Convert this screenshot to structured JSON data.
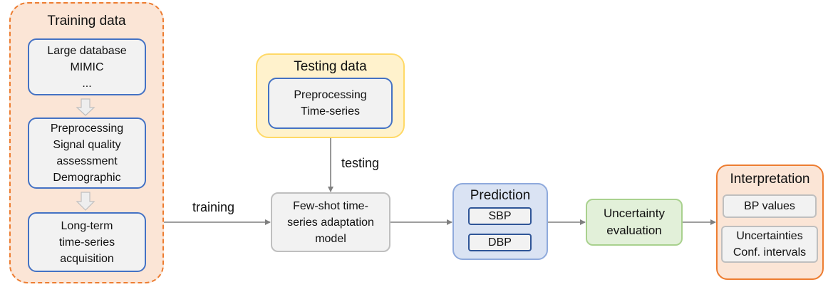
{
  "training": {
    "title": "Training data",
    "boxes": [
      {
        "lines": [
          "Large database",
          "MIMIC",
          "..."
        ]
      },
      {
        "lines": [
          "Preprocessing",
          "Signal quality",
          "assessment",
          "Demographic"
        ]
      },
      {
        "lines": [
          "Long-term",
          "time-series",
          "acquisition"
        ]
      }
    ]
  },
  "testing": {
    "title": "Testing data",
    "box": {
      "lines": [
        "Preprocessing",
        "Time-series"
      ]
    }
  },
  "model": {
    "lines": [
      "Few-shot time-",
      "series adaptation",
      "model"
    ]
  },
  "prediction": {
    "title": "Prediction",
    "items": [
      "SBP",
      "DBP"
    ]
  },
  "uncertainty": {
    "lines": [
      "Uncertainty",
      "evaluation"
    ]
  },
  "interpretation": {
    "title": "Interpretation",
    "boxes": [
      {
        "lines": [
          "BP values"
        ]
      },
      {
        "lines": [
          "Uncertainties",
          "Conf. intervals"
        ]
      }
    ]
  },
  "edges": {
    "training_label": "training",
    "testing_label": "testing"
  },
  "colors": {
    "training_fill": "#fbe5d6",
    "training_border": "#ed7d31",
    "testing_fill": "#fff2cc",
    "testing_border": "#ffd966",
    "box_border": "#4472c4",
    "box_fill": "#f2f2f2",
    "prediction_fill": "#dae3f3",
    "prediction_border": "#8faadc",
    "uncertainty_fill": "#e2f0d9",
    "uncertainty_border": "#a9d18e",
    "interp_fill": "#fbe5d6",
    "interp_border": "#ed7d31",
    "arrow": "#7f7f7f"
  }
}
